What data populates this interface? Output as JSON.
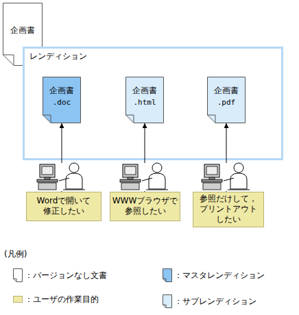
{
  "diagram": {
    "nodes": [
      {
        "text": [
          "企画書"
        ]
      },
      {
        "text": [
          "レンディション"
        ]
      },
      {
        "text": [
          "企画書",
          ".doc"
        ],
        "in": 1
      },
      {
        "text": [
          "企画書",
          ".html"
        ],
        "in": 1
      },
      {
        "text": [
          "企画書",
          ".pdf"
        ],
        "in": 1
      },
      {
        "text": [
          "Wordで開いて修正したい"
        ]
      },
      {
        "text": [
          "WWWブラウザで参照したい"
        ]
      },
      {
        "text": [
          "参照だけして，プリントアウトしたい"
        ]
      }
    ],
    "edges": [
      {
        "from": 5,
        "to": 2,
        "arrow": "to"
      },
      {
        "from": 6,
        "to": 3,
        "arrow": "to"
      },
      {
        "from": 7,
        "to": 4,
        "arrow": "to"
      }
    ],
    "labels": [
      "...",
      "(凡例)"
    ],
    "legend": [
      {
        "text": "：バージョンなし文書",
        "color": "#ffffff"
      },
      {
        "text": "：マスタレンディション",
        "color": "#8cc4f2"
      },
      {
        "text": "：ユーザの作業目的",
        "color": "#efe9a6"
      },
      {
        "text": "：サブレンディション",
        "color": "#d8ecfa"
      }
    ]
  }
}
